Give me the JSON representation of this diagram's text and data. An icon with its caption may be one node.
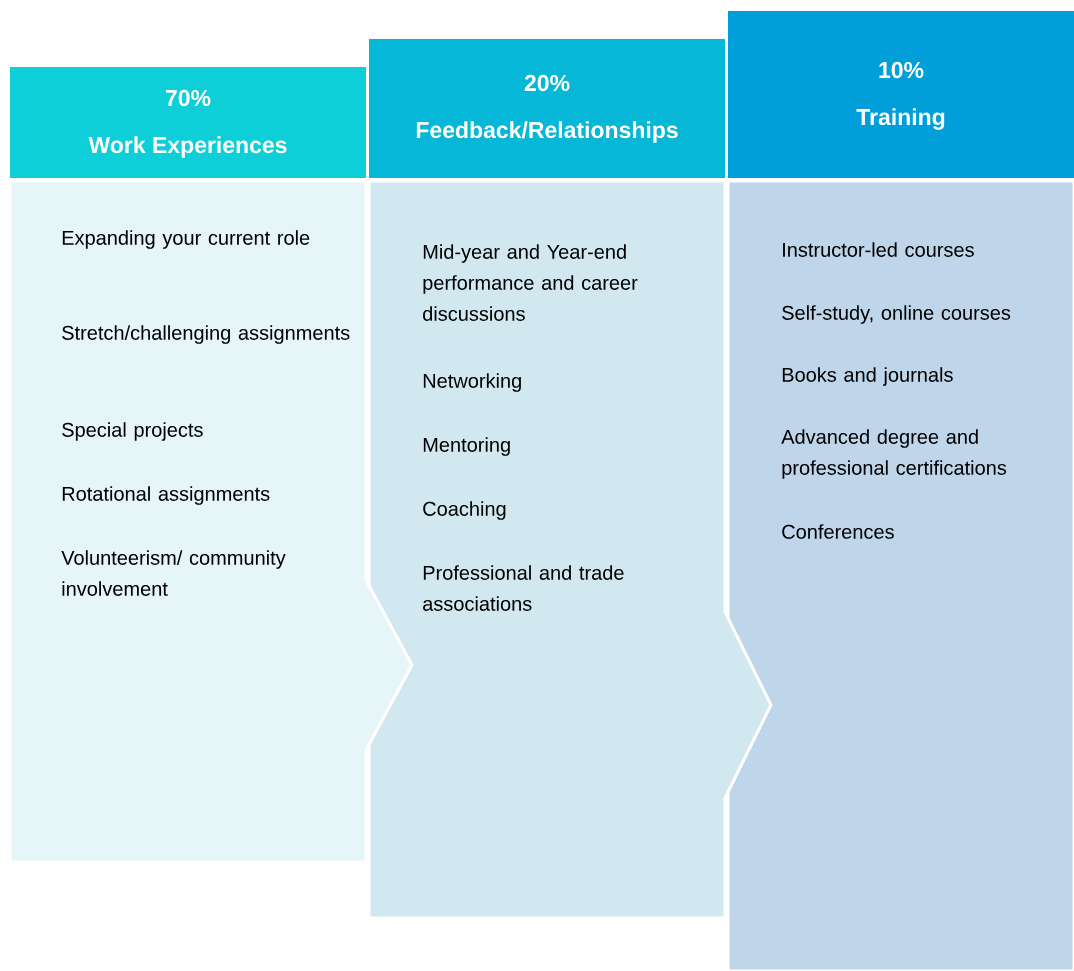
{
  "diagram": {
    "nodes": [
      {
        "text": [
          "70%",
          "Work Experiences"
        ]
      },
      {
        "text": [
          "20%",
          "Feedback/Relationships"
        ]
      },
      {
        "text": [
          "10%",
          "Training"
        ]
      },
      {
        "text": [
          "Expanding your current role",
          "Stretch/challenging assignments",
          "Special projects",
          "Rotational assignments",
          "Volunteerism/ community involvement"
        ]
      },
      {
        "text": [
          "Mid-year and Year-end performance and career discussions",
          "Networking",
          "Mentoring",
          "Coaching",
          "Professional and trade associations"
        ]
      },
      {
        "text": [
          "Instructor-led courses",
          "Self-study, online courses",
          "Books and journals",
          "Advanced degree and professional certifications",
          "Conferences"
        ]
      }
    ]
  }
}
